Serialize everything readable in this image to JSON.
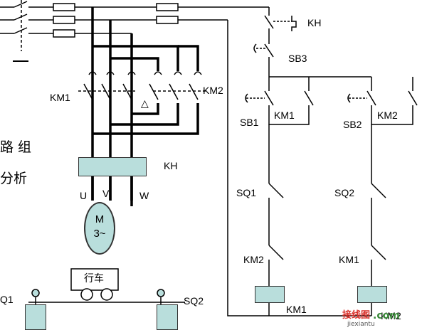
{
  "labels": {
    "kh_top": "KH",
    "sb3": "SB3",
    "km1_left": "KM1",
    "km2_left": "KM2",
    "sb1": "SB1",
    "km1_contact": "KM1",
    "sb2": "SB2",
    "km2_contact": "KM2",
    "kh_overload": "KH",
    "u": "U",
    "v": "V",
    "w": "W",
    "sq1": "SQ1",
    "sq2": "SQ2",
    "km2_interlock": "KM2",
    "km1_interlock": "KM1",
    "coil_km1": "KM1",
    "coil_km2": "KM2",
    "sq1_bottom": "Q1",
    "sq2_bottom": "SQ2",
    "delta": "△"
  },
  "motor": {
    "line1": "M",
    "line2": "3~"
  },
  "side_text": {
    "line1": "路 组",
    "line2": "分析"
  },
  "carriage": {
    "label": "行车"
  },
  "watermark": {
    "brand": "接线图",
    "suffix": ".com",
    "url": "jiexiantu"
  },
  "colors": {
    "box_fill": "#b9dedc",
    "line": "#000000",
    "watermark_red": "#d9302a",
    "watermark_green": "#3a8a3a"
  }
}
